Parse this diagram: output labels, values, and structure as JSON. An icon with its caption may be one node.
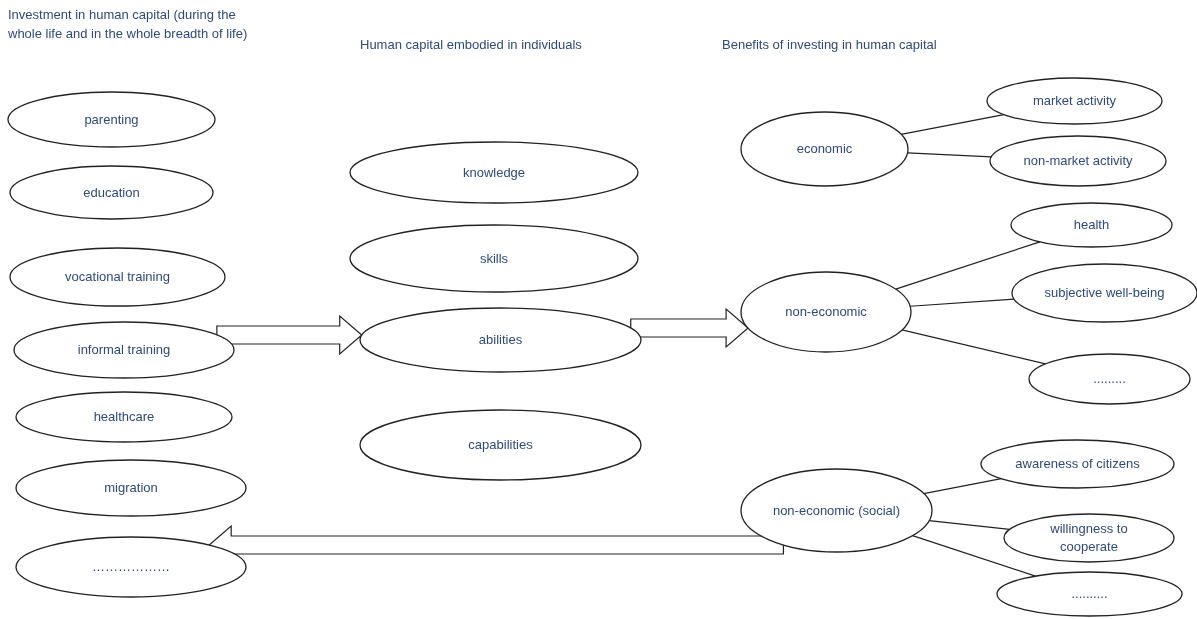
{
  "diagram": {
    "nodes": [
      {
        "text": [
          "Investment in human capital (during the whole life and in the whole breadth of life)"
        ]
      },
      {
        "text": [
          "parenting"
        ]
      },
      {
        "text": [
          "education"
        ]
      },
      {
        "text": [
          "vocational training"
        ]
      },
      {
        "text": [
          "informal training"
        ]
      },
      {
        "text": [
          "healthcare"
        ]
      },
      {
        "text": [
          "migration"
        ]
      },
      {
        "text": [
          "………………"
        ]
      },
      {
        "text": [
          "Human capital embodied in individuals"
        ]
      },
      {
        "text": [
          "knowledge"
        ]
      },
      {
        "text": [
          "skills"
        ]
      },
      {
        "text": [
          "abilities"
        ]
      },
      {
        "text": [
          "capabilities"
        ]
      },
      {
        "text": [
          "Benefits of investing in human capital"
        ]
      },
      {
        "text": [
          "economic"
        ]
      },
      {
        "text": [
          "market activity"
        ]
      },
      {
        "text": [
          "non-market activity"
        ]
      },
      {
        "text": [
          "non-economic"
        ]
      },
      {
        "text": [
          "health"
        ]
      },
      {
        "text": [
          "subjective well-being"
        ]
      },
      {
        "text": [
          "........."
        ]
      },
      {
        "text": [
          "non-economic (social)"
        ]
      },
      {
        "text": [
          "awareness of citizens"
        ]
      },
      {
        "text": [
          "willingness to cooperate"
        ]
      },
      {
        "text": [
          ".........."
        ]
      }
    ],
    "edges": [
      {
        "from": 4,
        "to": 11,
        "arrow": "to",
        "style": "thick"
      },
      {
        "from": 11,
        "to": 17,
        "arrow": "to",
        "style": "thick"
      },
      {
        "from": 21,
        "to": 7,
        "arrow": "to",
        "style": "thick"
      },
      {
        "from": 14,
        "to": 15,
        "arrow": "none"
      },
      {
        "from": 14,
        "to": 16,
        "arrow": "none"
      },
      {
        "from": 17,
        "to": 18,
        "arrow": "none"
      },
      {
        "from": 17,
        "to": 19,
        "arrow": "none"
      },
      {
        "from": 17,
        "to": 20,
        "arrow": "none"
      },
      {
        "from": 21,
        "to": 22,
        "arrow": "none"
      },
      {
        "from": 21,
        "to": 23,
        "arrow": "none"
      },
      {
        "from": 21,
        "to": 24,
        "arrow": "none"
      }
    ]
  }
}
